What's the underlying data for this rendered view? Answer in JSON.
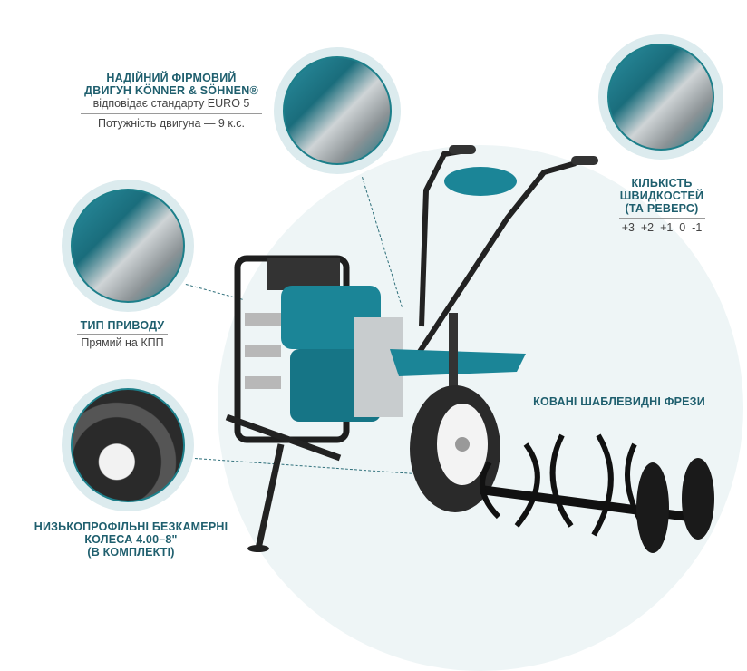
{
  "callouts": {
    "engine": {
      "title_line1": "НАДІЙНИЙ ФІРМОВИЙ",
      "title_line2": "ДВИГУН KÖNNER & SÖHNEN®",
      "subtitle": "відповідає стандарту EURO 5",
      "detail": "Потужність двигуна — 9 к.с."
    },
    "speeds": {
      "title_line1": "КІЛЬКІСТЬ",
      "title_line2": "ШВИДКОСТЕЙ",
      "title_line3": "(ТА РЕВЕРС)",
      "detail": "+3  +2  +1  0  -1"
    },
    "drive": {
      "title": "ТИП ПРИВОДУ",
      "detail": "Прямий на КПП"
    },
    "wheels": {
      "title_line1": "НИЗЬКОПРОФІЛЬНІ БЕЗКАМЕРНІ",
      "title_line2": "КОЛЕСА 4.00–8\"",
      "title_line3": "(В КОМПЛЕКТІ)"
    },
    "tillers": {
      "title": "КОВАНІ ШАБЛЕВИДНІ ФРЕЗИ"
    }
  },
  "colors": {
    "accent": "#1f5f6e",
    "machine_teal": "#1b8597",
    "background_arc": "#eef5f6"
  }
}
